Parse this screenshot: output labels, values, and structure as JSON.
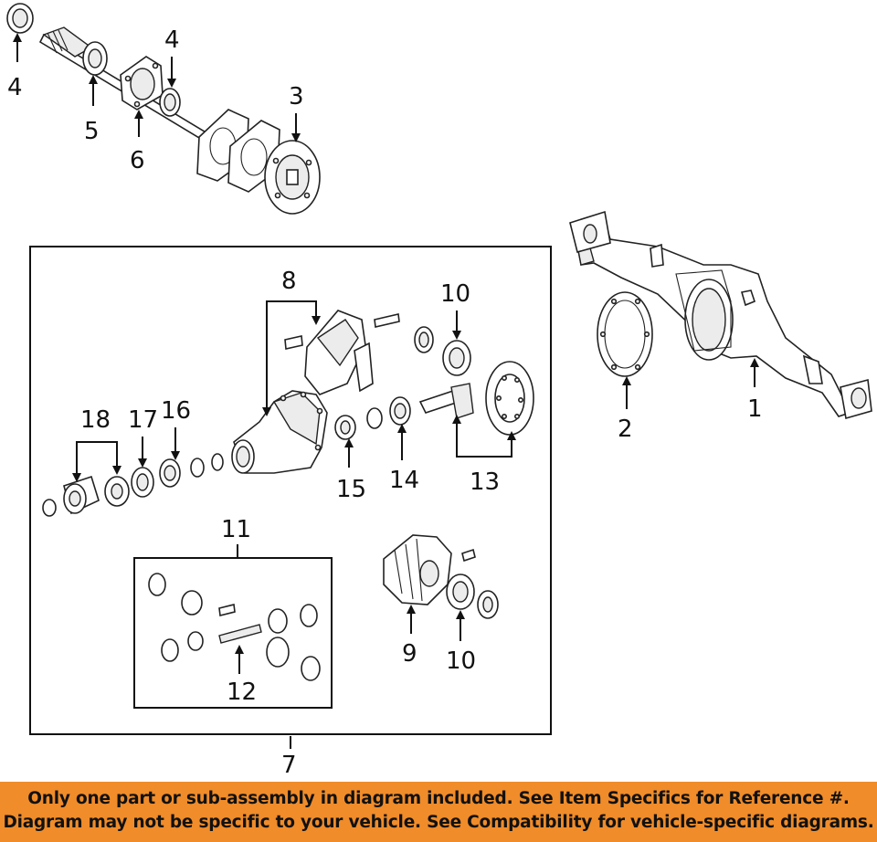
{
  "callouts": {
    "c1": "1",
    "c2": "2",
    "c3": "3",
    "c4a": "4",
    "c4b": "4",
    "c5": "5",
    "c6": "6",
    "c7": "7",
    "c8": "8",
    "c9": "9",
    "c10a": "10",
    "c10b": "10",
    "c11": "11",
    "c12": "12",
    "c13": "13",
    "c14": "14",
    "c15": "15",
    "c16": "16",
    "c17": "17",
    "c18": "18"
  },
  "banner": {
    "line1": "Only one part or sub-assembly in diagram included. See Item Specifics for Reference #.",
    "line2": "Diagram may not be specific to your vehicle. See Compatibility for vehicle-specific diagrams.",
    "color": "#f08c2a"
  }
}
